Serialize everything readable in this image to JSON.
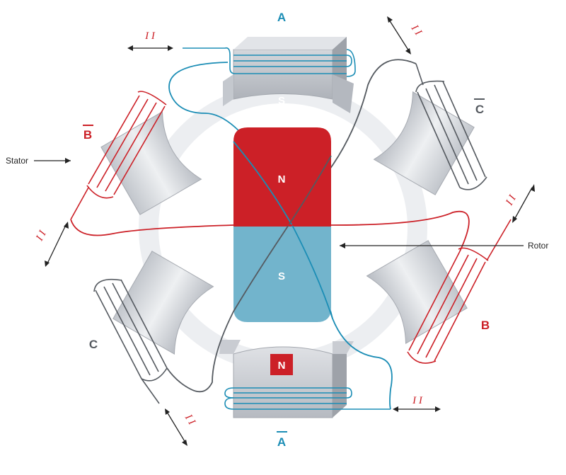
{
  "labels": {
    "phase_a": "A",
    "phase_a_bar": "A",
    "phase_b": "B",
    "phase_b_bar": "B",
    "phase_c": "C",
    "phase_c_bar": "C",
    "stator": "Stator",
    "rotor": "Rotor",
    "rotor_north": "N",
    "rotor_south": "S",
    "top_pole_face": "S",
    "bottom_pole_face": "N",
    "current_marker": "I I"
  },
  "colors": {
    "phase_a": "#1b8db5",
    "phase_b": "#cc2027",
    "phase_c": "#555a60",
    "rotor_north": "#cc2027",
    "rotor_south": "#72b4cc",
    "stator_light": "#e4e6ea",
    "stator_dark": "#a9adb4"
  }
}
